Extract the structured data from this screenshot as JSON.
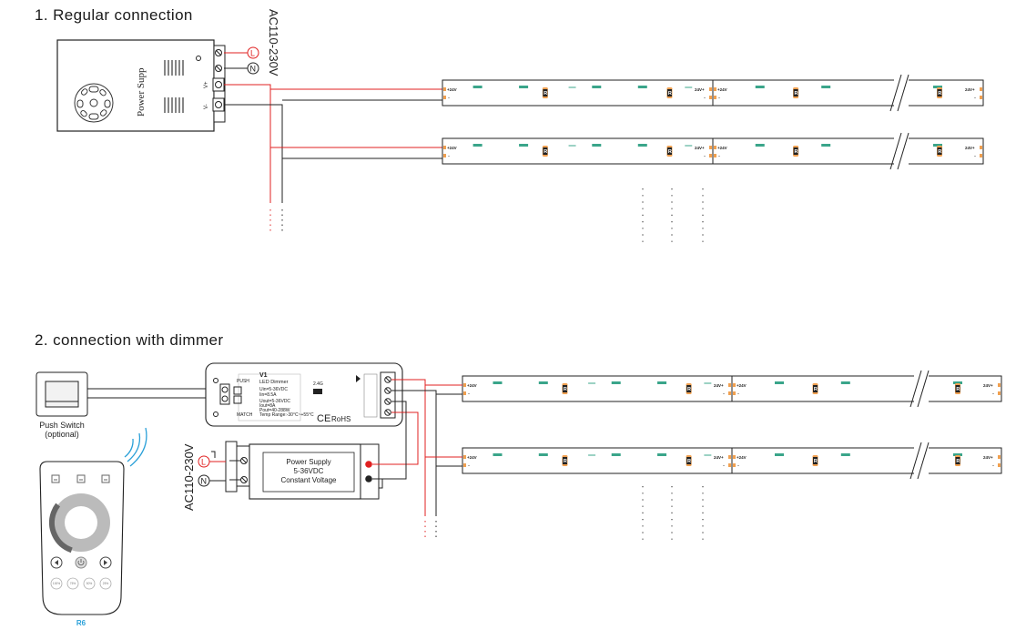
{
  "section1": {
    "title": "1. Regular connection",
    "ac_label": "AC110-230V",
    "psu_label": "Power Supp",
    "terminals": [
      "L",
      "N",
      "V+",
      "V-"
    ]
  },
  "section2": {
    "title": "2. connection with dimmer",
    "ac_label": "AC110-230V",
    "push_switch_label": "Push Switch",
    "push_switch_sub": "(optional)",
    "dimmer": {
      "model": "V1",
      "name": "LED Dimmer",
      "in_specs": [
        "Uin=5-36VDC",
        "Iin=8.5A"
      ],
      "out_specs": [
        "Uout=5-36VDC",
        "Iout=8A",
        "Pout=40-288W",
        "Temp Range:-30°C~+55°C"
      ],
      "push_label": "PUSH",
      "match_label": "MATCH",
      "ce_label": "CE",
      "rohs_label": "RoHS",
      "band_label": "2.4G"
    },
    "psu2": {
      "line1": "Power Supply",
      "line2": "5-36VDC",
      "line3": "Constant Voltage"
    },
    "remote": {
      "model": "R6",
      "presets": [
        "100%",
        "75%",
        "50%",
        "25%"
      ]
    }
  },
  "strip": {
    "plus_label": "+24V",
    "minus_label": "-",
    "out_plus_label": "24V+",
    "resistor_label": "R"
  },
  "colors": {
    "wire_red": "#e02020",
    "wire_black": "#1a1a1a",
    "led_pad": "#f0a050",
    "chip_teal": "#3aa58a"
  }
}
